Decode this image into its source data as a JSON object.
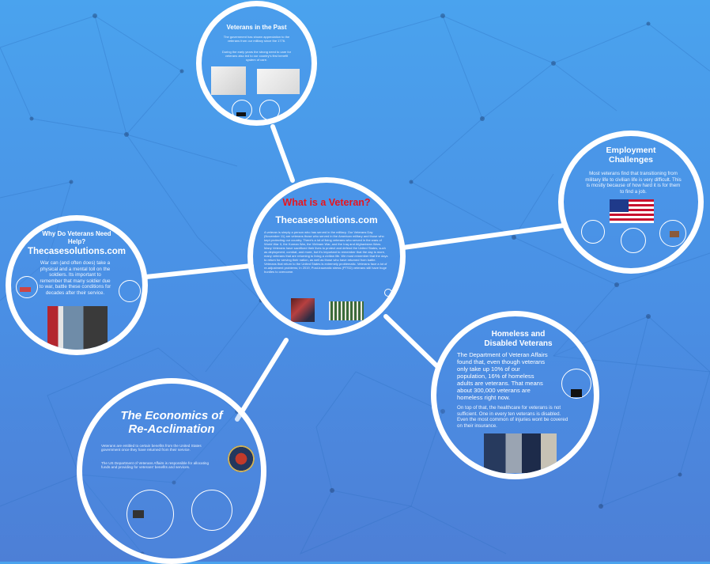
{
  "center": {
    "title": "What is a Veteran?",
    "subtitle": "Thecasesolutions.com",
    "paragraph": "A veteran is simply a person who has served in the military. Our Veterans Day (November 11) are veterans those who served in the American military and those who kept protecting our country. There's a lot of living veterans who served in the wars of World War II, the Korean War, the Vietnam War, and the Iraq and Afghanistan Wars. Many Veterans have sacrificed their lives to protect and defend the United States, such as deployment, combat, and more, but it's important to remember that the day is more, many veterans that are returning to living a civilian life. We must remember that the days to return for serving their nation, as well as those who have returned from battle. Veterans that return to the United States is extremely problematic. Veterans face a lot of re-adjustment problems; In 2019, Post-traumatic stress (PTSD) veterans still have huge hurdles to overcome."
  },
  "past": {
    "title": "Veterans in the Past",
    "p1": "The government has shown appreciation to the veterans from our military since the 1776.",
    "p2": "During the early years the strong need to care for veterans also led to our country's first benefit system of care."
  },
  "employment": {
    "title": "Employment Challenges",
    "text": "Most veterans find that transitioning from military life to civilian life is very difficult. This is mostly because of how hard it is for them to find a job."
  },
  "why": {
    "title": "Why Do Veterans Need Help?",
    "site": "Thecasesolutions.com",
    "text": "War can (and often does) take a physical and a mental toll on the soldiers. Its important to remember that many soldier due to war, battle these conditions for decades after their service."
  },
  "homeless": {
    "title": "Homeless and Disabled Veterans",
    "p1": "The Department of Veteran Affairs found that, even though veterans only take up 10% of our population, 16% of homeless adults are veterans. That means about 300,000 veterans are homeless right now.",
    "p2": "On top of that, the healthcare for veterans is not sufficient. One in every ten veterans is disabled. Even the most common of injuries wont be covered on their insurance."
  },
  "economics": {
    "title": "The Economics of Re-Acclimation",
    "p1": "Veterans are entitled to certain benefits from the United States government once they have returned from their service.",
    "p2": "The US Department of Veterans Affairs is responsible for allocating funds and providing for veterans' benefits and services."
  },
  "colors": {
    "accent_red": "#e8141e",
    "bg_top": "#4aa3ee",
    "bg_bottom": "#4d7fd6"
  }
}
